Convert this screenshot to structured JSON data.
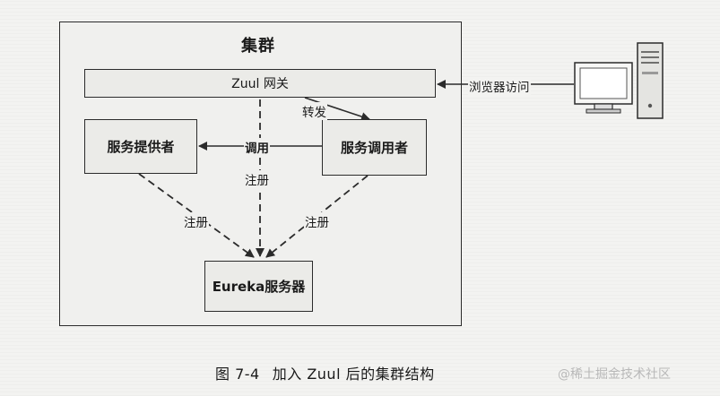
{
  "diagram": {
    "cluster_title": "集群",
    "nodes": {
      "gateway": "Zuul 网关",
      "provider": "服务提供者",
      "consumer": "服务调用者",
      "eureka": "Eureka服务器"
    },
    "edges": {
      "browser_access": "浏览器访问",
      "forward": "转发",
      "invoke": "调用",
      "register_gateway": "注册",
      "register_provider": "注册",
      "register_consumer": "注册"
    }
  },
  "caption": {
    "number": "图 7-4",
    "text": "加入 Zuul 后的集群结构"
  },
  "watermark": "@稀土掘金技术社区",
  "colors": {
    "line": "#2b2b2b",
    "box_fill": "#ebebe8",
    "background": "#f3f3f1"
  }
}
